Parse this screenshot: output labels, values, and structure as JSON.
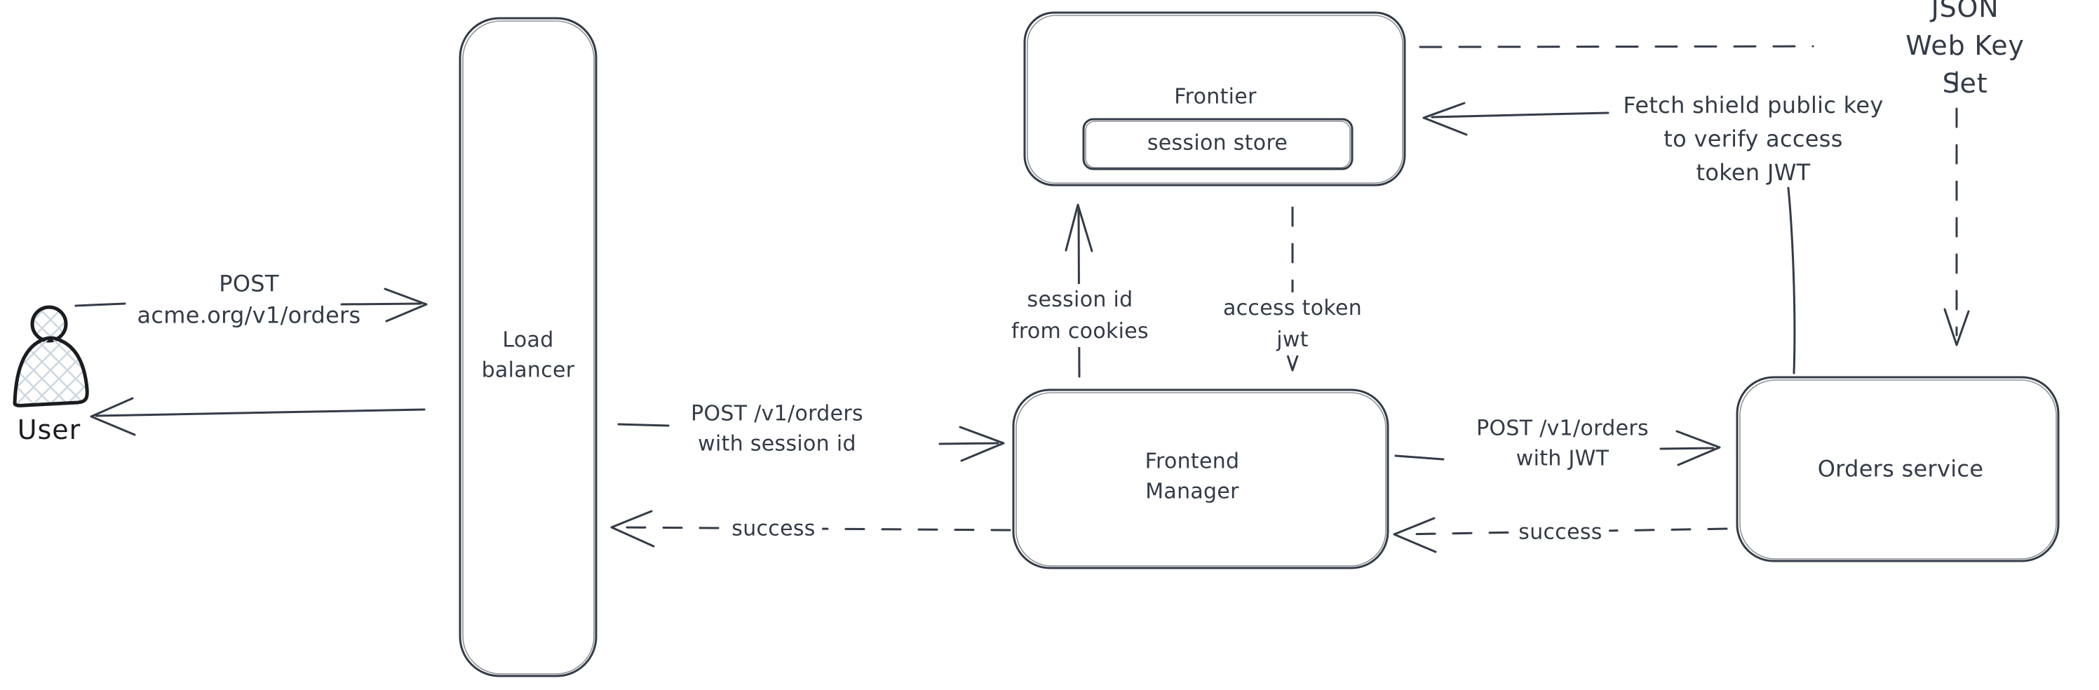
{
  "canvas": {
    "background": "#ffffff",
    "ink_color": "#343b47",
    "person_ink_color": "#1a1c20",
    "person_hatch_color": "#ccd7e1"
  },
  "nodes": {
    "user": {
      "label": "User",
      "icon": "person-icon"
    },
    "load_balancer": {
      "label": "Load\nbalancer"
    },
    "frontier": {
      "label": "Frontier"
    },
    "session_store": {
      "label": "session store"
    },
    "frontend_manager": {
      "label": "Frontend\nManager"
    },
    "orders_service": {
      "label": "Orders service"
    }
  },
  "arrows": {
    "user_to_load_balancer": {
      "label": "POST\nacme.org/v1/orders",
      "style": "solid",
      "direction": "right"
    },
    "load_balancer_to_user": {
      "label": "",
      "style": "solid",
      "direction": "left"
    },
    "load_balancer_to_frontend_manager": {
      "label": "POST /v1/orders\nwith session id",
      "style": "solid",
      "direction": "right"
    },
    "frontend_manager_to_load_balancer": {
      "label": "success",
      "style": "dashed",
      "direction": "left"
    },
    "frontend_manager_to_frontier": {
      "label": "session id\nfrom cookies",
      "style": "solid",
      "direction": "up"
    },
    "frontier_to_frontend_manager": {
      "label": "access token\njwt",
      "style": "dashed",
      "direction": "down"
    },
    "frontend_manager_to_orders_service": {
      "label": "POST /v1/orders\nwith JWT",
      "style": "solid",
      "direction": "right"
    },
    "orders_service_to_frontend_manager": {
      "label": "success",
      "style": "dashed",
      "direction": "left"
    },
    "frontier_to_jwks": {
      "label": "JSON Web Key Set",
      "style": "dashed",
      "direction": "right"
    },
    "jwks_to_orders_service": {
      "label": "",
      "style": "dashed",
      "direction": "down"
    },
    "orders_service_to_frontier": {
      "label": "Fetch shield public key\nto verify access\ntoken JWT",
      "style": "solid",
      "direction": "left"
    }
  }
}
